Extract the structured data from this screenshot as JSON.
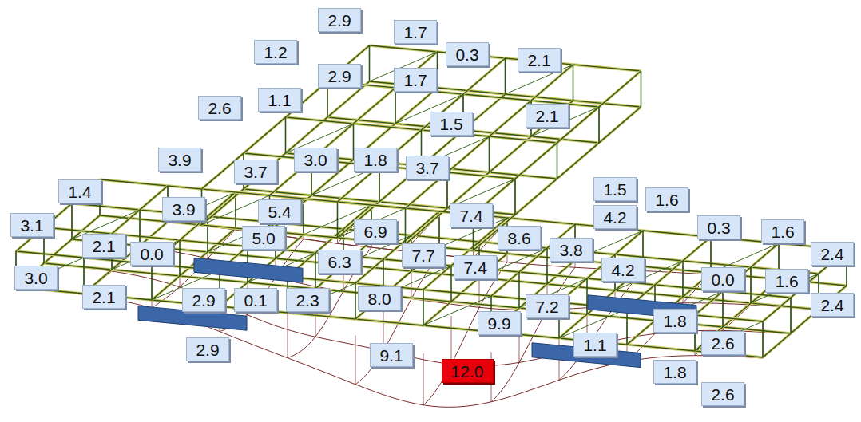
{
  "diagram": {
    "nodes": [
      {
        "text": [
          "2.9"
        ]
      },
      {
        "text": [
          "1.7"
        ]
      },
      {
        "text": [
          "1.2"
        ]
      },
      {
        "text": [
          "0.3"
        ]
      },
      {
        "text": [
          "2.1"
        ]
      },
      {
        "text": [
          "2.9"
        ]
      },
      {
        "text": [
          "1.7"
        ]
      },
      {
        "text": [
          "1.1"
        ]
      },
      {
        "text": [
          "2.6"
        ]
      },
      {
        "text": [
          "2.1"
        ]
      },
      {
        "text": [
          "1.5"
        ]
      },
      {
        "text": [
          "3.9"
        ]
      },
      {
        "text": [
          "3.0"
        ]
      },
      {
        "text": [
          "1.8"
        ]
      },
      {
        "text": [
          "3.7"
        ]
      },
      {
        "text": [
          "3.7"
        ]
      },
      {
        "text": [
          "1.5"
        ]
      },
      {
        "text": [
          "1.4"
        ]
      },
      {
        "text": [
          "1.6"
        ]
      },
      {
        "text": [
          "3.9"
        ]
      },
      {
        "text": [
          "5.4"
        ]
      },
      {
        "text": [
          "7.4"
        ]
      },
      {
        "text": [
          "4.2"
        ]
      },
      {
        "text": [
          "3.1"
        ]
      },
      {
        "text": [
          "0.3"
        ]
      },
      {
        "text": [
          "6.9"
        ]
      },
      {
        "text": [
          "1.6"
        ]
      },
      {
        "text": [
          "5.0"
        ]
      },
      {
        "text": [
          "8.6"
        ]
      },
      {
        "text": [
          "2.1"
        ]
      },
      {
        "text": [
          "3.8"
        ]
      },
      {
        "text": [
          "0.0"
        ]
      },
      {
        "text": [
          "2.4"
        ]
      },
      {
        "text": [
          "7.7"
        ]
      },
      {
        "text": [
          "6.3"
        ]
      },
      {
        "text": [
          "7.4"
        ]
      },
      {
        "text": [
          "4.2"
        ]
      },
      {
        "text": [
          "3.0"
        ]
      },
      {
        "text": [
          "0.0"
        ]
      },
      {
        "text": [
          "1.6"
        ]
      },
      {
        "text": [
          "2.1"
        ]
      },
      {
        "text": [
          "8.0"
        ]
      },
      {
        "text": [
          "2.9"
        ]
      },
      {
        "text": [
          "0.1"
        ]
      },
      {
        "text": [
          "2.3"
        ]
      },
      {
        "text": [
          "7.2"
        ]
      },
      {
        "text": [
          "2.4"
        ]
      },
      {
        "text": [
          "1.8"
        ]
      },
      {
        "text": [
          "9.9"
        ]
      },
      {
        "text": [
          "2.6"
        ]
      },
      {
        "text": [
          "1.1"
        ]
      },
      {
        "text": [
          "2.9"
        ]
      },
      {
        "text": [
          "9.1"
        ]
      },
      {
        "text": [
          "12.0"
        ]
      },
      {
        "text": [
          "1.8"
        ]
      },
      {
        "text": [
          "2.6"
        ]
      }
    ]
  }
}
